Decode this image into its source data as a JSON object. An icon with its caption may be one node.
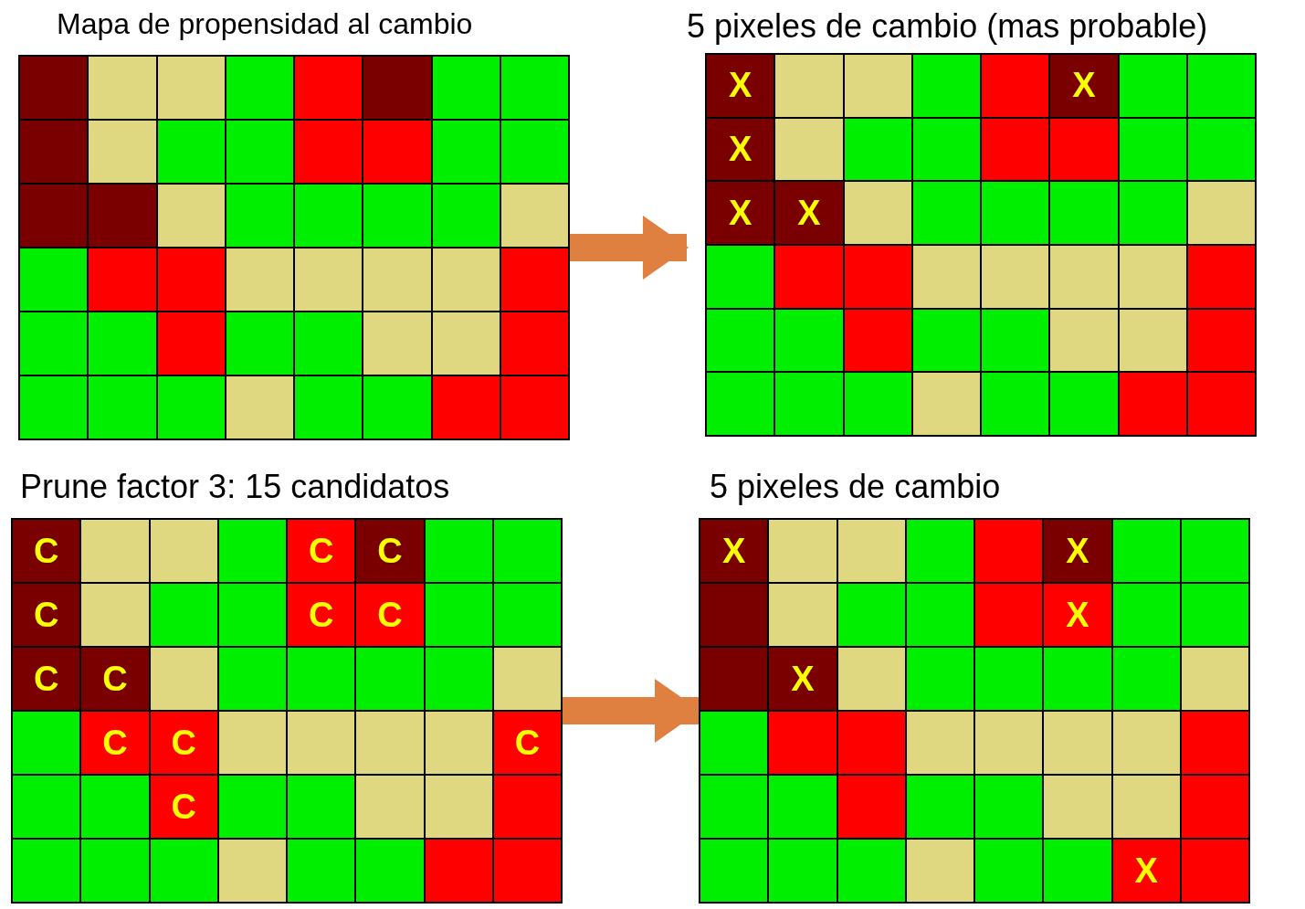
{
  "diagram": {
    "nodes": [
      {
        "text": [
          "Mapa de propensidad al cambio"
        ]
      },
      {
        "text": [],
        "shape": "box",
        "in": 0
      },
      {
        "text": [],
        "shape": "box",
        "in": 0
      },
      {
        "text": [],
        "shape": "box",
        "in": 0
      },
      {
        "text": [],
        "shape": "box",
        "in": 0
      },
      {
        "text": [],
        "shape": "box",
        "in": 0
      },
      {
        "text": [],
        "shape": "box",
        "in": 0
      },
      {
        "text": [],
        "shape": "box",
        "in": 0
      },
      {
        "text": [],
        "shape": "box",
        "in": 0
      },
      {
        "text": [],
        "shape": "box",
        "in": 0
      },
      {
        "text": [],
        "shape": "box",
        "in": 0
      },
      {
        "text": [],
        "shape": "box",
        "in": 0
      },
      {
        "text": [],
        "shape": "box",
        "in": 0
      },
      {
        "text": [],
        "shape": "box",
        "in": 0
      },
      {
        "text": [],
        "shape": "box",
        "in": 0
      },
      {
        "text": [],
        "shape": "box",
        "in": 0
      },
      {
        "text": [],
        "shape": "box",
        "in": 0
      },
      {
        "text": [],
        "shape": "box",
        "in": 0
      },
      {
        "text": [],
        "shape": "box",
        "in": 0
      },
      {
        "text": [],
        "shape": "box",
        "in": 0
      },
      {
        "text": [],
        "shape": "box",
        "in": 0
      },
      {
        "text": [],
        "shape": "box",
        "in": 0
      },
      {
        "text": [],
        "shape": "box",
        "in": 0
      },
      {
        "text": [],
        "shape": "box",
        "in": 0
      },
      {
        "text": [],
        "shape": "box",
        "in": 0
      },
      {
        "text": [],
        "shape": "box",
        "in": 0
      },
      {
        "text": [],
        "shape": "box",
        "in": 0
      },
      {
        "text": [],
        "shape": "box",
        "in": 0
      },
      {
        "text": [],
        "shape": "box",
        "in": 0
      },
      {
        "text": [],
        "shape": "box",
        "in": 0
      },
      {
        "text": [],
        "shape": "box",
        "in": 0
      },
      {
        "text": [],
        "shape": "box",
        "in": 0
      },
      {
        "text": [],
        "shape": "box",
        "in": 0
      },
      {
        "text": [],
        "shape": "box",
        "in": 0
      },
      {
        "text": [],
        "shape": "box",
        "in": 0
      },
      {
        "text": [],
        "shape": "box",
        "in": 0
      },
      {
        "text": [],
        "shape": "box",
        "in": 0
      },
      {
        "text": [],
        "shape": "box",
        "in": 0
      },
      {
        "text": [],
        "shape": "box",
        "in": 0
      },
      {
        "text": [],
        "shape": "box",
        "in": 0
      },
      {
        "text": [],
        "shape": "box",
        "in": 0
      },
      {
        "text": [],
        "shape": "box",
        "in": 0
      },
      {
        "text": [],
        "shape": "box",
        "in": 0
      },
      {
        "text": [],
        "shape": "box",
        "in": 0
      },
      {
        "text": [],
        "shape": "box",
        "in": 0
      },
      {
        "text": [],
        "shape": "box",
        "in": 0
      },
      {
        "text": [],
        "shape": "box",
        "in": 0
      },
      {
        "text": [],
        "shape": "box",
        "in": 0
      },
      {
        "text": [],
        "shape": "box",
        "in": 0
      },
      {
        "text": [
          "5 pixeles de cambio (mas probable)"
        ]
      },
      {
        "text": [
          "X"
        ],
        "in": 49
      },
      {
        "text": [],
        "shape": "box",
        "in": 49
      },
      {
        "text": [],
        "shape": "box",
        "in": 49
      },
      {
        "text": [],
        "shape": "box",
        "in": 49
      },
      {
        "text": [],
        "shape": "box",
        "in": 49
      },
      {
        "text": [
          "X"
        ],
        "in": 49
      },
      {
        "text": [],
        "shape": "box",
        "in": 49
      },
      {
        "text": [],
        "shape": "box",
        "in": 49
      },
      {
        "text": [
          "X"
        ],
        "in": 49
      },
      {
        "text": [],
        "shape": "box",
        "in": 49
      },
      {
        "text": [],
        "shape": "box",
        "in": 49
      },
      {
        "text": [],
        "shape": "box",
        "in": 49
      },
      {
        "text": [],
        "shape": "box",
        "in": 49
      },
      {
        "text": [],
        "shape": "box",
        "in": 49
      },
      {
        "text": [],
        "shape": "box",
        "in": 49
      },
      {
        "text": [],
        "shape": "box",
        "in": 49
      },
      {
        "text": [
          "X"
        ],
        "in": 49
      },
      {
        "text": [
          "X"
        ],
        "in": 49
      },
      {
        "text": [],
        "shape": "box",
        "in": 49
      },
      {
        "text": [],
        "shape": "box",
        "in": 49
      },
      {
        "text": [],
        "shape": "box",
        "in": 49
      },
      {
        "text": [],
        "shape": "box",
        "in": 49
      },
      {
        "text": [],
        "shape": "box",
        "in": 49
      },
      {
        "text": [],
        "shape": "box",
        "in": 49
      },
      {
        "text": [],
        "shape": "box",
        "in": 49
      },
      {
        "text": [],
        "shape": "box",
        "in": 49
      },
      {
        "text": [],
        "shape": "box",
        "in": 49
      },
      {
        "text": [],
        "shape": "box",
        "in": 49
      },
      {
        "text": [],
        "shape": "box",
        "in": 49
      },
      {
        "text": [],
        "shape": "box",
        "in": 49
      },
      {
        "text": [],
        "shape": "box",
        "in": 49
      },
      {
        "text": [],
        "shape": "box",
        "in": 49
      },
      {
        "text": [],
        "shape": "box",
        "in": 49
      },
      {
        "text": [],
        "shape": "box",
        "in": 49
      },
      {
        "text": [],
        "shape": "box",
        "in": 49
      },
      {
        "text": [],
        "shape": "box",
        "in": 49
      },
      {
        "text": [],
        "shape": "box",
        "in": 49
      },
      {
        "text": [],
        "shape": "box",
        "in": 49
      },
      {
        "text": [],
        "shape": "box",
        "in": 49
      },
      {
        "text": [],
        "shape": "box",
        "in": 49
      },
      {
        "text": [],
        "shape": "box",
        "in": 49
      },
      {
        "text": [],
        "shape": "box",
        "in": 49
      },
      {
        "text": [],
        "shape": "box",
        "in": 49
      },
      {
        "text": [],
        "shape": "box",
        "in": 49
      },
      {
        "text": [],
        "shape": "box",
        "in": 49
      },
      {
        "text": [],
        "shape": "box",
        "in": 49
      },
      {
        "text": [],
        "shape": "box",
        "in": 49
      },
      {
        "text": [],
        "shape": "box",
        "in": 49
      },
      {
        "text": [
          "Prune factor 3: 15 candidatos"
        ]
      },
      {
        "text": [
          "C"
        ],
        "in": 98
      },
      {
        "text": [],
        "shape": "box",
        "in": 98
      },
      {
        "text": [],
        "shape": "box",
        "in": 98
      },
      {
        "text": [],
        "shape": "box",
        "in": 98
      },
      {
        "text": [
          "C"
        ],
        "in": 98
      },
      {
        "text": [
          "C"
        ],
        "in": 98
      },
      {
        "text": [],
        "shape": "box",
        "in": 98
      },
      {
        "text": [],
        "shape": "box",
        "in": 98
      },
      {
        "text": [
          "C"
        ],
        "in": 98
      },
      {
        "text": [],
        "shape": "box",
        "in": 98
      },
      {
        "text": [],
        "shape": "box",
        "in": 98
      },
      {
        "text": [],
        "shape": "box",
        "in": 98
      },
      {
        "text": [
          "C"
        ],
        "in": 98
      },
      {
        "text": [
          "C"
        ],
        "in": 98
      },
      {
        "text": [],
        "shape": "box",
        "in": 98
      },
      {
        "text": [],
        "shape": "box",
        "in": 98
      },
      {
        "text": [
          "C"
        ],
        "in": 98
      },
      {
        "text": [
          "C"
        ],
        "in": 98
      },
      {
        "text": [],
        "shape": "box",
        "in": 98
      },
      {
        "text": [],
        "shape": "box",
        "in": 98
      },
      {
        "text": [],
        "shape": "box",
        "in": 98
      },
      {
        "text": [],
        "shape": "box",
        "in": 98
      },
      {
        "text": [],
        "shape": "box",
        "in": 98
      },
      {
        "text": [],
        "shape": "box",
        "in": 98
      },
      {
        "text": [],
        "shape": "box",
        "in": 98
      },
      {
        "text": [
          "C"
        ],
        "in": 98
      },
      {
        "text": [
          "C"
        ],
        "in": 98
      },
      {
        "text": [],
        "shape": "box",
        "in": 98
      },
      {
        "text": [],
        "shape": "box",
        "in": 98
      },
      {
        "text": [],
        "shape": "box",
        "in": 98
      },
      {
        "text": [],
        "shape": "box",
        "in": 98
      },
      {
        "text": [
          "C"
        ],
        "in": 98
      },
      {
        "text": [],
        "shape": "box",
        "in": 98
      },
      {
        "text": [],
        "shape": "box",
        "in": 98
      },
      {
        "text": [
          "C"
        ],
        "in": 98
      },
      {
        "text": [],
        "shape": "box",
        "in": 98
      },
      {
        "text": [],
        "shape": "box",
        "in": 98
      },
      {
        "text": [],
        "shape": "box",
        "in": 98
      },
      {
        "text": [],
        "shape": "box",
        "in": 98
      },
      {
        "text": [],
        "shape": "box",
        "in": 98
      },
      {
        "text": [],
        "shape": "box",
        "in": 98
      },
      {
        "text": [],
        "shape": "box",
        "in": 98
      },
      {
        "text": [],
        "shape": "box",
        "in": 98
      },
      {
        "text": [],
        "shape": "box",
        "in": 98
      },
      {
        "text": [],
        "shape": "box",
        "in": 98
      },
      {
        "text": [],
        "shape": "box",
        "in": 98
      },
      {
        "text": [],
        "shape": "box",
        "in": 98
      },
      {
        "text": [],
        "shape": "box",
        "in": 98
      },
      {
        "text": [
          "5 pixeles de cambio"
        ]
      },
      {
        "text": [
          "X"
        ],
        "in": 147
      },
      {
        "text": [],
        "shape": "box",
        "in": 147
      },
      {
        "text": [],
        "shape": "box",
        "in": 147
      },
      {
        "text": [],
        "shape": "box",
        "in": 147
      },
      {
        "text": [],
        "shape": "box",
        "in": 147
      },
      {
        "text": [
          "X"
        ],
        "in": 147
      },
      {
        "text": [],
        "shape": "box",
        "in": 147
      },
      {
        "text": [],
        "shape": "box",
        "in": 147
      },
      {
        "text": [],
        "shape": "box",
        "in": 147
      },
      {
        "text": [],
        "shape": "box",
        "in": 147
      },
      {
        "text": [],
        "shape": "box",
        "in": 147
      },
      {
        "text": [],
        "shape": "box",
        "in": 147
      },
      {
        "text": [],
        "shape": "box",
        "in": 147
      },
      {
        "text": [
          "X"
        ],
        "in": 147
      },
      {
        "text": [],
        "shape": "box",
        "in": 147
      },
      {
        "text": [],
        "shape": "box",
        "in": 147
      },
      {
        "text": [],
        "shape": "box",
        "in": 147
      },
      {
        "text": [
          "X"
        ],
        "in": 147
      },
      {
        "text": [],
        "shape": "box",
        "in": 147
      },
      {
        "text": [],
        "shape": "box",
        "in": 147
      },
      {
        "text": [],
        "shape": "box",
        "in": 147
      },
      {
        "text": [],
        "shape": "box",
        "in": 147
      },
      {
        "text": [],
        "shape": "box",
        "in": 147
      },
      {
        "text": [],
        "shape": "box",
        "in": 147
      },
      {
        "text": [],
        "shape": "box",
        "in": 147
      },
      {
        "text": [],
        "shape": "box",
        "in": 147
      },
      {
        "text": [],
        "shape": "box",
        "in": 147
      },
      {
        "text": [],
        "shape": "box",
        "in": 147
      },
      {
        "text": [],
        "shape": "box",
        "in": 147
      },
      {
        "text": [],
        "shape": "box",
        "in": 147
      },
      {
        "text": [],
        "shape": "box",
        "in": 147
      },
      {
        "text": [],
        "shape": "box",
        "in": 147
      },
      {
        "text": [],
        "shape": "box",
        "in": 147
      },
      {
        "text": [],
        "shape": "box",
        "in": 147
      },
      {
        "text": [],
        "shape": "box",
        "in": 147
      },
      {
        "text": [],
        "shape": "box",
        "in": 147
      },
      {
        "text": [],
        "shape": "box",
        "in": 147
      },
      {
        "text": [],
        "shape": "box",
        "in": 147
      },
      {
        "text": [],
        "shape": "box",
        "in": 147
      },
      {
        "text": [],
        "shape": "box",
        "in": 147
      },
      {
        "text": [],
        "shape": "box",
        "in": 147
      },
      {
        "text": [],
        "shape": "box",
        "in": 147
      },
      {
        "text": [],
        "shape": "box",
        "in": 147
      },
      {
        "text": [],
        "shape": "box",
        "in": 147
      },
      {
        "text": [],
        "shape": "box",
        "in": 147
      },
      {
        "text": [],
        "shape": "box",
        "in": 147
      },
      {
        "text": [
          "X"
        ],
        "in": 147
      },
      {
        "text": [],
        "shape": "box",
        "in": 147
      }
    ],
    "edges": [
      {
        "from": 0,
        "to": 49,
        "arrow": "to"
      },
      {
        "from": 98,
        "to": 147,
        "arrow": "to"
      }
    ]
  }
}
